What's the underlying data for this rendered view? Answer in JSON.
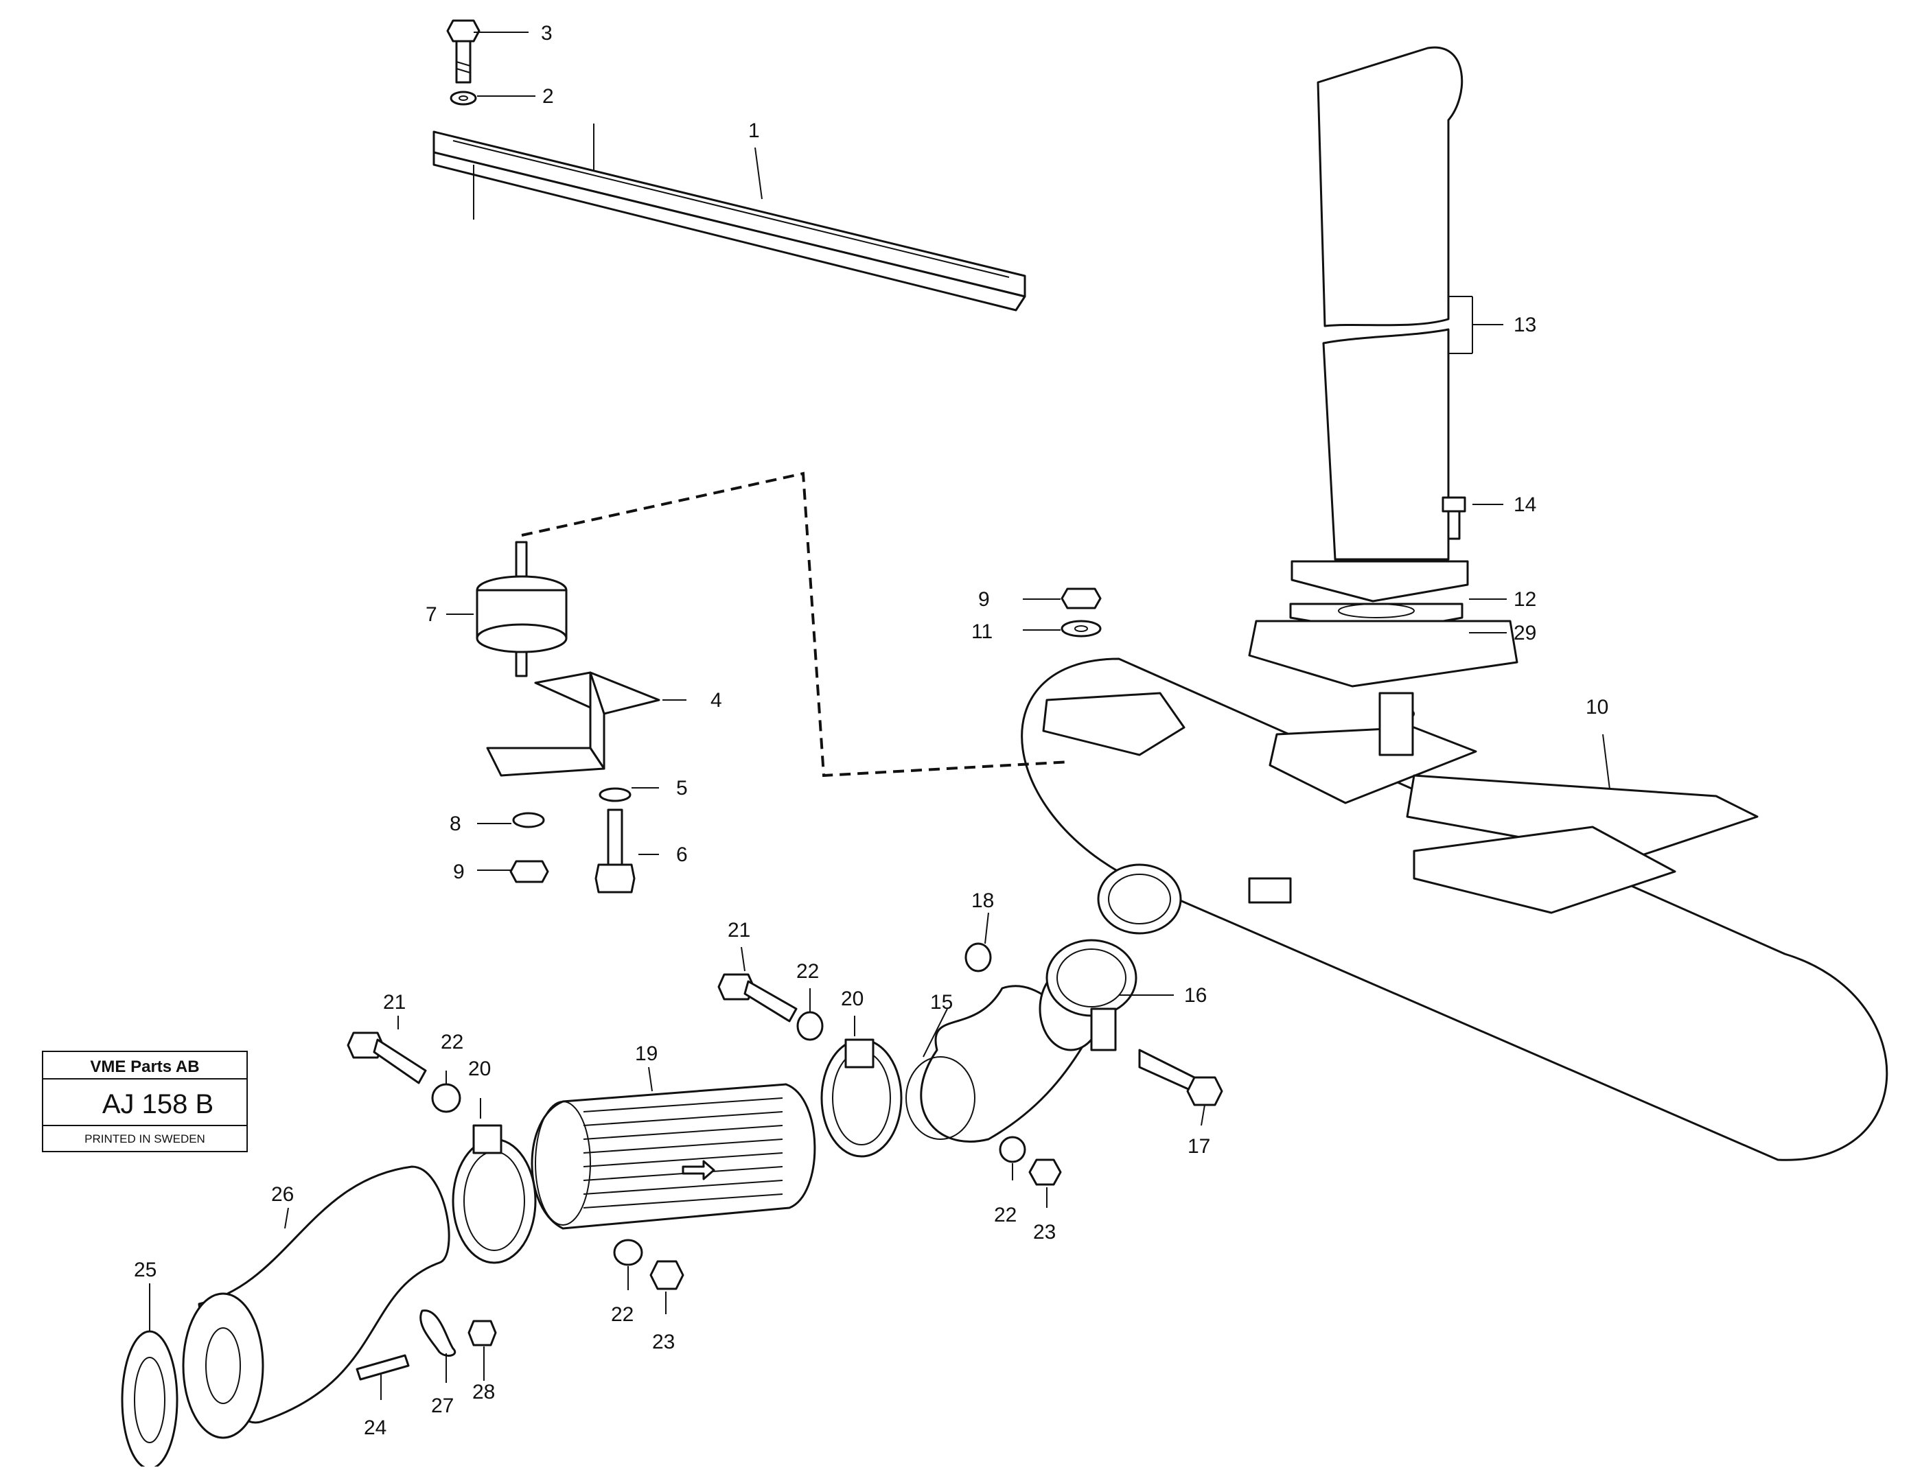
{
  "stamp": {
    "company": "VME Parts AB",
    "code": "AJ 158 B",
    "note": "PRINTED IN SWEDEN"
  },
  "callouts": [
    {
      "id": "c3",
      "label": "3"
    },
    {
      "id": "c2",
      "label": "2"
    },
    {
      "id": "c1",
      "label": "1"
    },
    {
      "id": "c13",
      "label": "13"
    },
    {
      "id": "c14",
      "label": "14"
    },
    {
      "id": "c12",
      "label": "12"
    },
    {
      "id": "c29",
      "label": "29"
    },
    {
      "id": "c9a",
      "label": "9"
    },
    {
      "id": "c11",
      "label": "11"
    },
    {
      "id": "c10",
      "label": "10"
    },
    {
      "id": "c7",
      "label": "7"
    },
    {
      "id": "c4",
      "label": "4"
    },
    {
      "id": "c5",
      "label": "5"
    },
    {
      "id": "c8",
      "label": "8"
    },
    {
      "id": "c6",
      "label": "6"
    },
    {
      "id": "c9b",
      "label": "9"
    },
    {
      "id": "c18",
      "label": "18"
    },
    {
      "id": "c16",
      "label": "16"
    },
    {
      "id": "c21a",
      "label": "21"
    },
    {
      "id": "c22a",
      "label": "22"
    },
    {
      "id": "c20a",
      "label": "20"
    },
    {
      "id": "c15",
      "label": "15"
    },
    {
      "id": "c17",
      "label": "17"
    },
    {
      "id": "c21b",
      "label": "21"
    },
    {
      "id": "c22b",
      "label": "22"
    },
    {
      "id": "c20b",
      "label": "20"
    },
    {
      "id": "c19",
      "label": "19"
    },
    {
      "id": "c26",
      "label": "26"
    },
    {
      "id": "c25",
      "label": "25"
    },
    {
      "id": "c22c",
      "label": "22"
    },
    {
      "id": "c23a",
      "label": "23"
    },
    {
      "id": "c22d",
      "label": "22"
    },
    {
      "id": "c23b",
      "label": "23"
    },
    {
      "id": "c24",
      "label": "24"
    },
    {
      "id": "c27",
      "label": "27"
    },
    {
      "id": "c28",
      "label": "28"
    }
  ]
}
